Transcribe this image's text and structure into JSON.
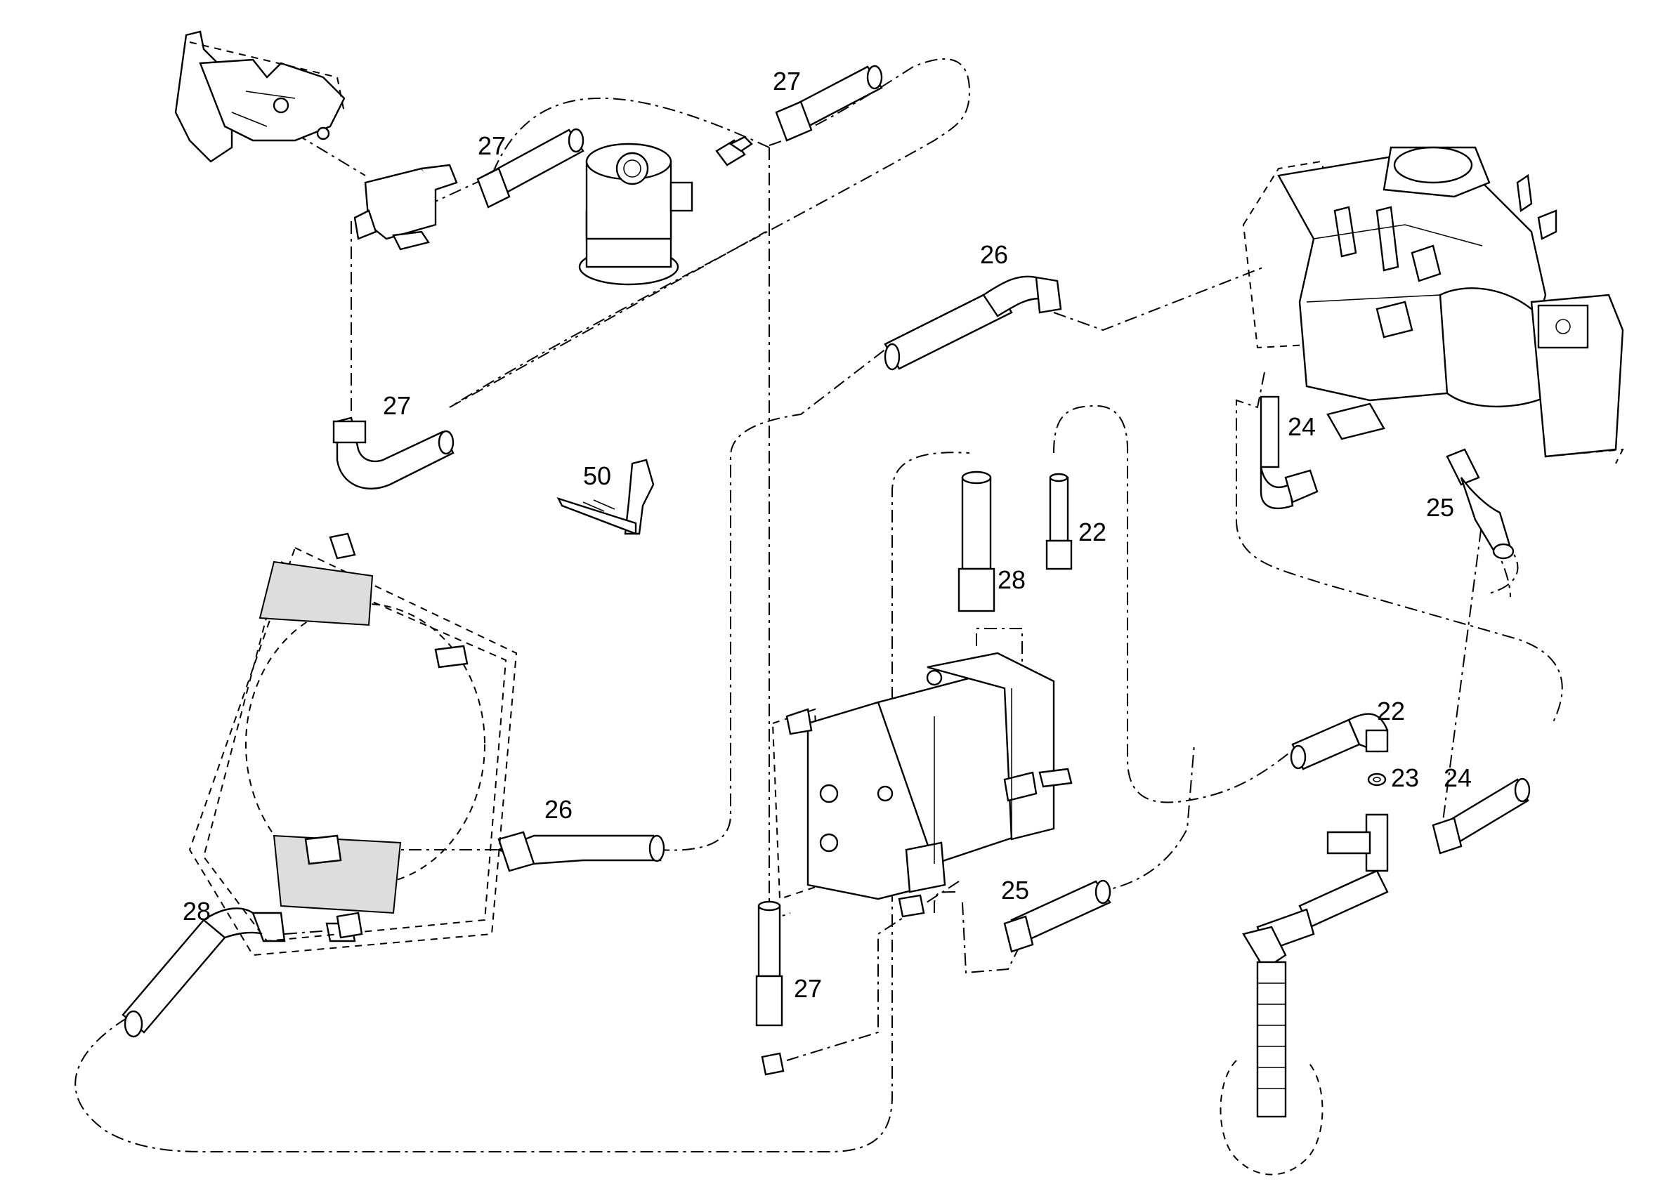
{
  "diagram": {
    "part_labels": [
      "27",
      "27",
      "27",
      "27",
      "26",
      "26",
      "50",
      "28",
      "28",
      "22",
      "22",
      "23",
      "24",
      "24",
      "25",
      "25"
    ]
  }
}
